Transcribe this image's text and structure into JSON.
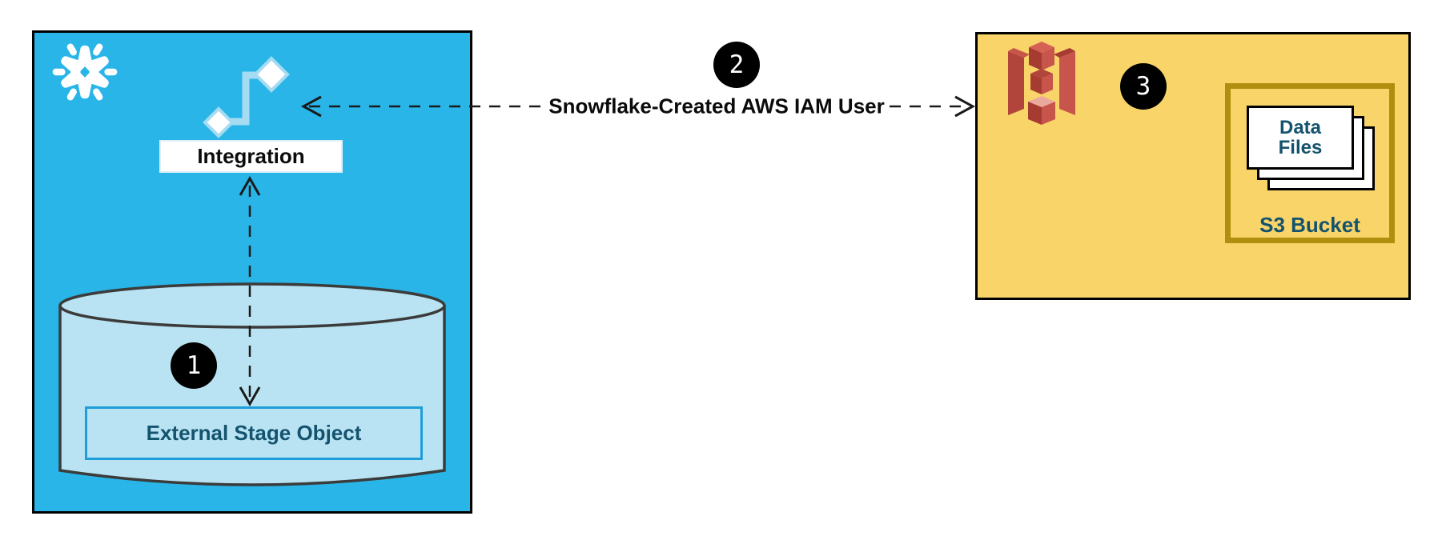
{
  "snowflake_panel": {
    "integration_label": "Integration",
    "stage_label": "External Stage Object",
    "step_badge": "1",
    "fill": "#29B5E8",
    "cylinder_fill": "#B9E3F2",
    "stage_border": "#1E9ED9"
  },
  "connector": {
    "label": "Snowflake-Created AWS IAM User",
    "step_badge": "2",
    "style": "dashed-double-arrow"
  },
  "aws_panel": {
    "step_badge": "3",
    "bucket_label": "S3 Bucket",
    "data_files_line1": "Data",
    "data_files_line2": "Files",
    "fill": "#F8D469",
    "bucket_border": "#B28E0E",
    "s3_icon_red": "#C8554B"
  },
  "colors": {
    "badge_bg": "#000000",
    "badge_text": "#FFFFFF",
    "teal_text": "#14536E",
    "arrow": "#1a1a1a",
    "background": "#FFFFFF"
  },
  "icons": {
    "snowflake_logo": "snowflake-logo-icon",
    "integration_connector": "integration-connector-icon",
    "s3_service": "s3-service-icon",
    "data_files": "data-files-stack-icon"
  }
}
